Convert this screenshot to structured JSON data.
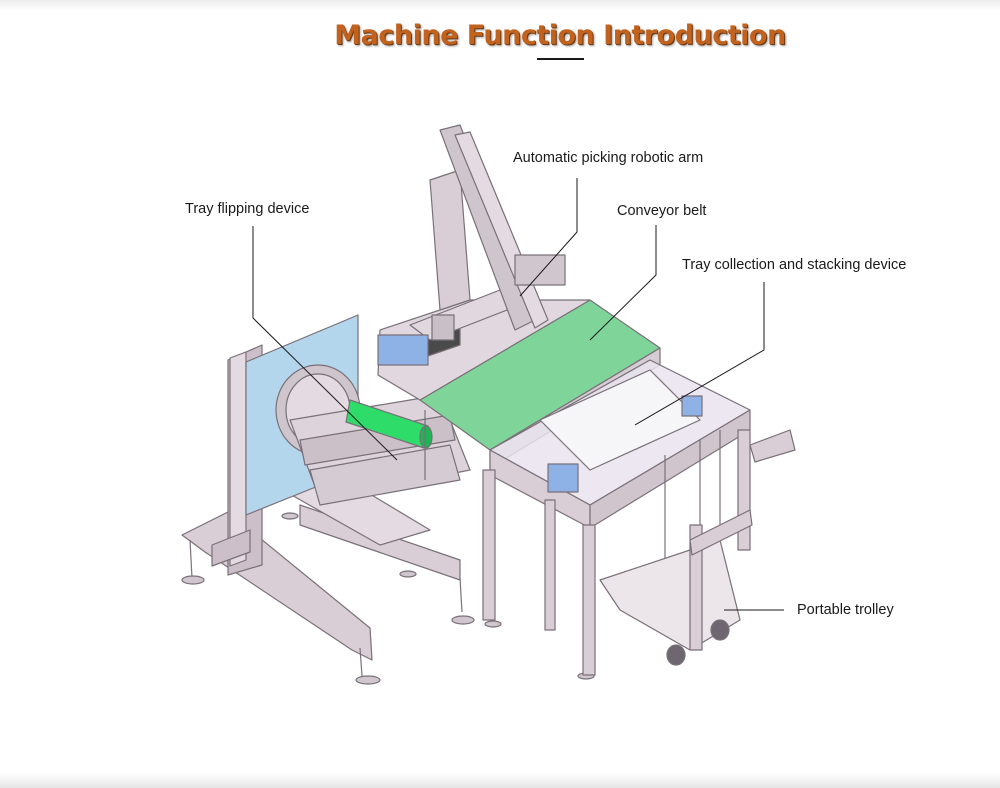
{
  "title": "Machine Function Introduction",
  "labels": {
    "robotic_arm": "Automatic picking robotic arm",
    "tray_flipping": "Tray flipping device",
    "conveyor": "Conveyor belt",
    "tray_collection": "Tray collection and stacking device",
    "trolley": "Portable trolley"
  },
  "colors": {
    "title": "#c2621f",
    "frame": "#d9cdd6",
    "frame_edge": "#7a7079",
    "belt": "#7fd49a",
    "roller": "#2edc6a",
    "panel": "#b4d6ec",
    "motor": "#8fb2e6",
    "leader": "#1a1a1a"
  }
}
